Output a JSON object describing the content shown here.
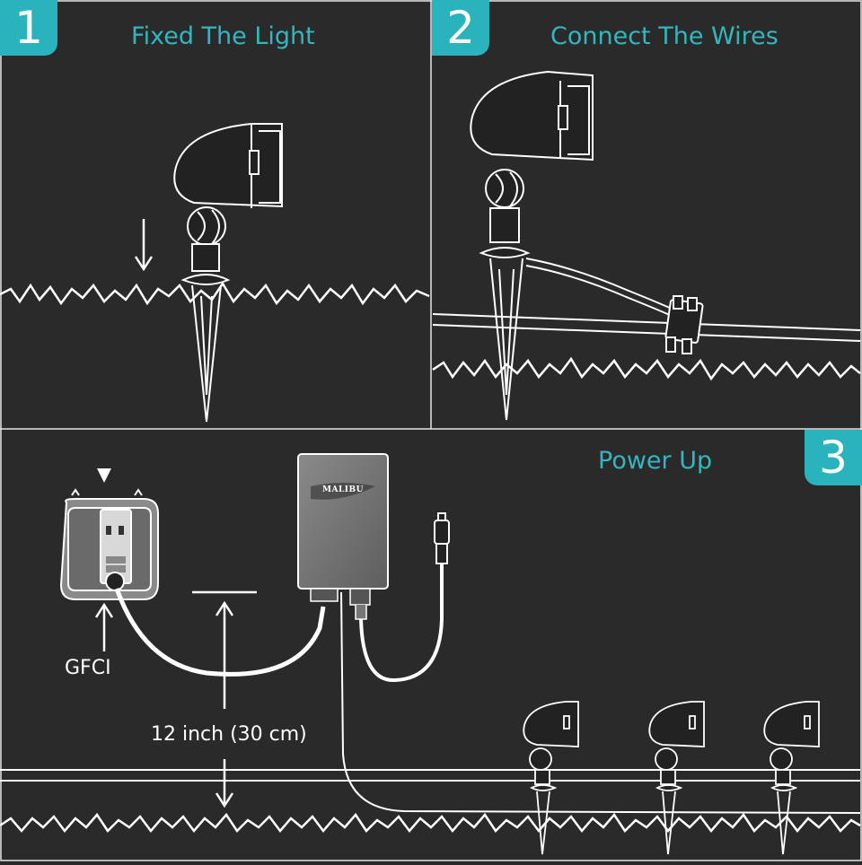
{
  "steps": [
    {
      "number": "1",
      "title": "Fixed The Light"
    },
    {
      "number": "2",
      "title": "Connect The Wires"
    },
    {
      "number": "3",
      "title": "Power Up"
    }
  ],
  "labels": {
    "outlet": "GFCI",
    "height": "12 inch (30 cm)",
    "brand": "MALIBU"
  },
  "colors": {
    "accent": "#2bb3bd",
    "background": "#2a2a2a",
    "line": "#ffffff",
    "box": "#767676"
  }
}
